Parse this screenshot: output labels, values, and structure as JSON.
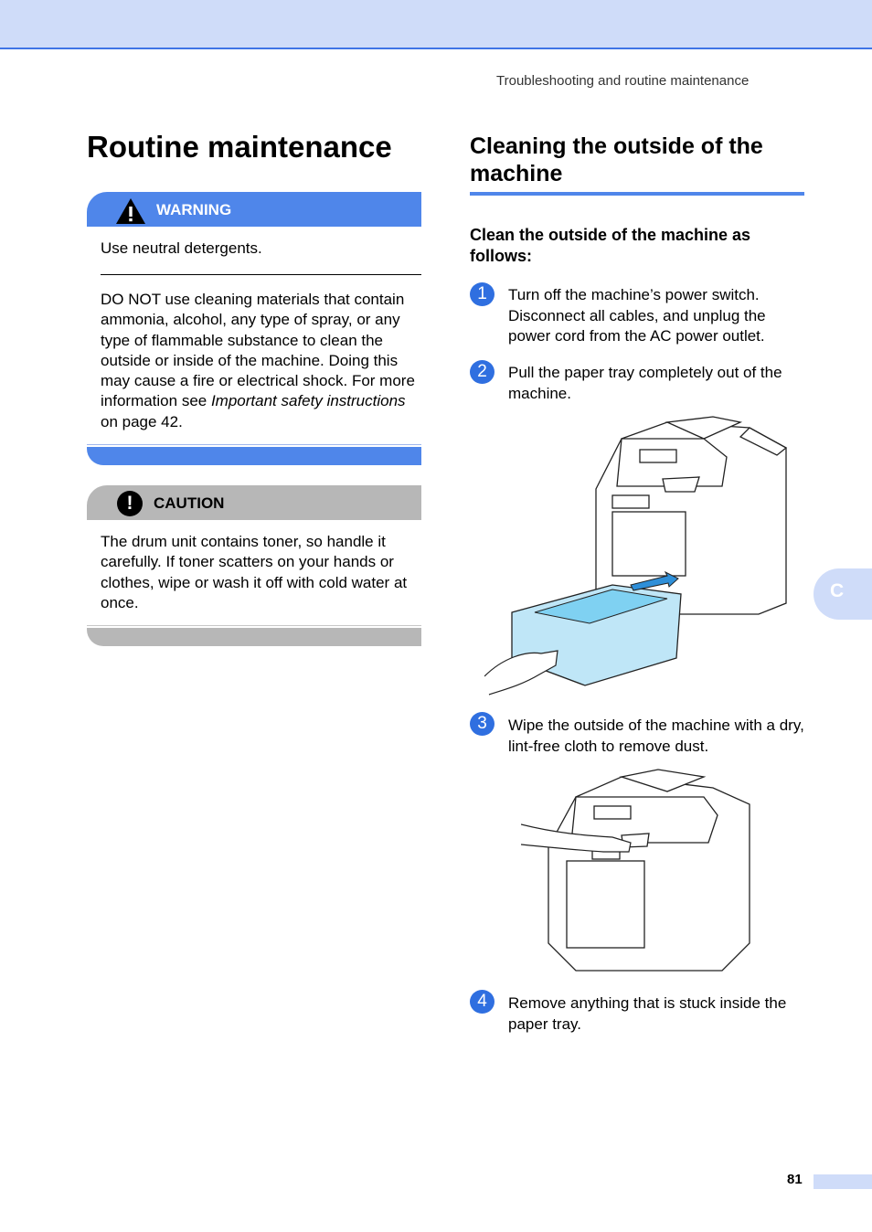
{
  "header": {
    "running_title": "Troubleshooting and routine maintenance"
  },
  "left": {
    "title": "Routine maintenance",
    "warning": {
      "label": "WARNING",
      "line1": "Use neutral detergents.",
      "body_main": "DO NOT use cleaning materials that contain ammonia, alcohol, any type of spray, or any type of flammable substance to clean the outside or inside of the machine. Doing this may cause a fire or electrical shock. For more information see ",
      "body_link": "Important safety instructions",
      "body_tail": " on page 42."
    },
    "caution": {
      "label": "CAUTION",
      "icon": "!",
      "body": "The drum unit contains toner, so handle it carefully. If toner scatters on your hands or clothes, wipe or wash it off with cold water at once."
    }
  },
  "right": {
    "section_title": "Cleaning the outside of the machine",
    "subheading": "Clean the outside of the machine as follows:",
    "steps": [
      {
        "num": "1",
        "text": "Turn off the machine’s power switch. Disconnect all cables, and unplug the power cord from the AC power outlet."
      },
      {
        "num": "2",
        "text": "Pull the paper tray completely out of the machine."
      },
      {
        "num": "3",
        "text": "Wipe the outside of the machine with a dry, lint-free cloth to remove dust."
      },
      {
        "num": "4",
        "text": "Remove anything that is stuck inside the paper tray."
      }
    ]
  },
  "side_tab": {
    "letter": "C"
  },
  "footer": {
    "page_number": "81"
  },
  "colors": {
    "accent_blue": "#4f86ea",
    "caution_gray": "#b7b7b7",
    "tab_light_blue": "#cfdcf9"
  },
  "icons": [
    "warning-triangle-icon",
    "caution-exclamation-icon"
  ]
}
